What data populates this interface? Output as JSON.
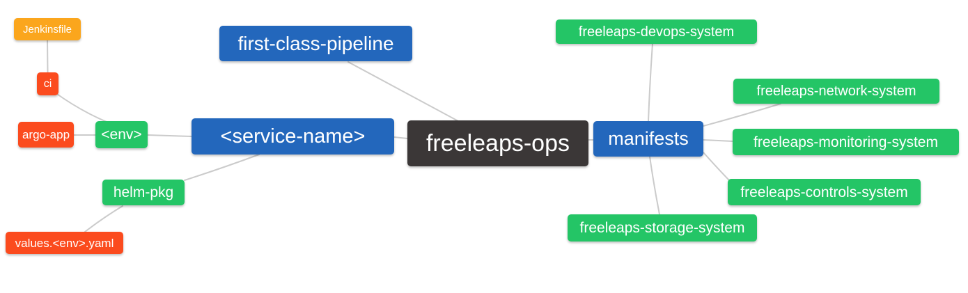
{
  "diagram": {
    "type": "mindmap",
    "background_color": "#ffffff",
    "edge_color": "#cbcbcb",
    "text_color": "#ffffff",
    "palette": {
      "blue": "#2367bc",
      "green": "#24c566",
      "red": "#fb4b1e",
      "orange": "#fba61d",
      "dark": "#3b3737"
    },
    "nodes": {
      "root": {
        "label": "freeleaps-ops",
        "color_key": "dark"
      },
      "first_class_pipeline": {
        "label": "first-class-pipeline",
        "color_key": "blue"
      },
      "service_name": {
        "label": "<service-name>",
        "color_key": "blue"
      },
      "manifests": {
        "label": "manifests",
        "color_key": "blue"
      },
      "env": {
        "label": "<env>",
        "color_key": "green"
      },
      "helm_pkg": {
        "label": "helm-pkg",
        "color_key": "green"
      },
      "ci": {
        "label": "ci",
        "color_key": "red"
      },
      "argo_app": {
        "label": "argo-app",
        "color_key": "red"
      },
      "values_env_yaml": {
        "label": "values.<env>.yaml",
        "color_key": "red"
      },
      "jenkinsfile": {
        "label": "Jenkinsfile",
        "color_key": "orange"
      },
      "devops_system": {
        "label": "freeleaps-devops-system",
        "color_key": "green"
      },
      "network_system": {
        "label": "freeleaps-network-system",
        "color_key": "green"
      },
      "monitoring_system": {
        "label": "freeleaps-monitoring-system",
        "color_key": "green"
      },
      "controls_system": {
        "label": "freeleaps-controls-system",
        "color_key": "green"
      },
      "storage_system": {
        "label": "freeleaps-storage-system",
        "color_key": "green"
      }
    },
    "edges": [
      [
        "jenkinsfile",
        "ci"
      ],
      [
        "ci",
        "env"
      ],
      [
        "argo_app",
        "env"
      ],
      [
        "env",
        "service_name"
      ],
      [
        "helm_pkg",
        "service_name"
      ],
      [
        "values_env_yaml",
        "helm_pkg"
      ],
      [
        "first_class_pipeline",
        "root"
      ],
      [
        "service_name",
        "root"
      ],
      [
        "root",
        "manifests"
      ],
      [
        "manifests",
        "devops_system"
      ],
      [
        "manifests",
        "network_system"
      ],
      [
        "manifests",
        "monitoring_system"
      ],
      [
        "manifests",
        "controls_system"
      ],
      [
        "manifests",
        "storage_system"
      ]
    ]
  }
}
